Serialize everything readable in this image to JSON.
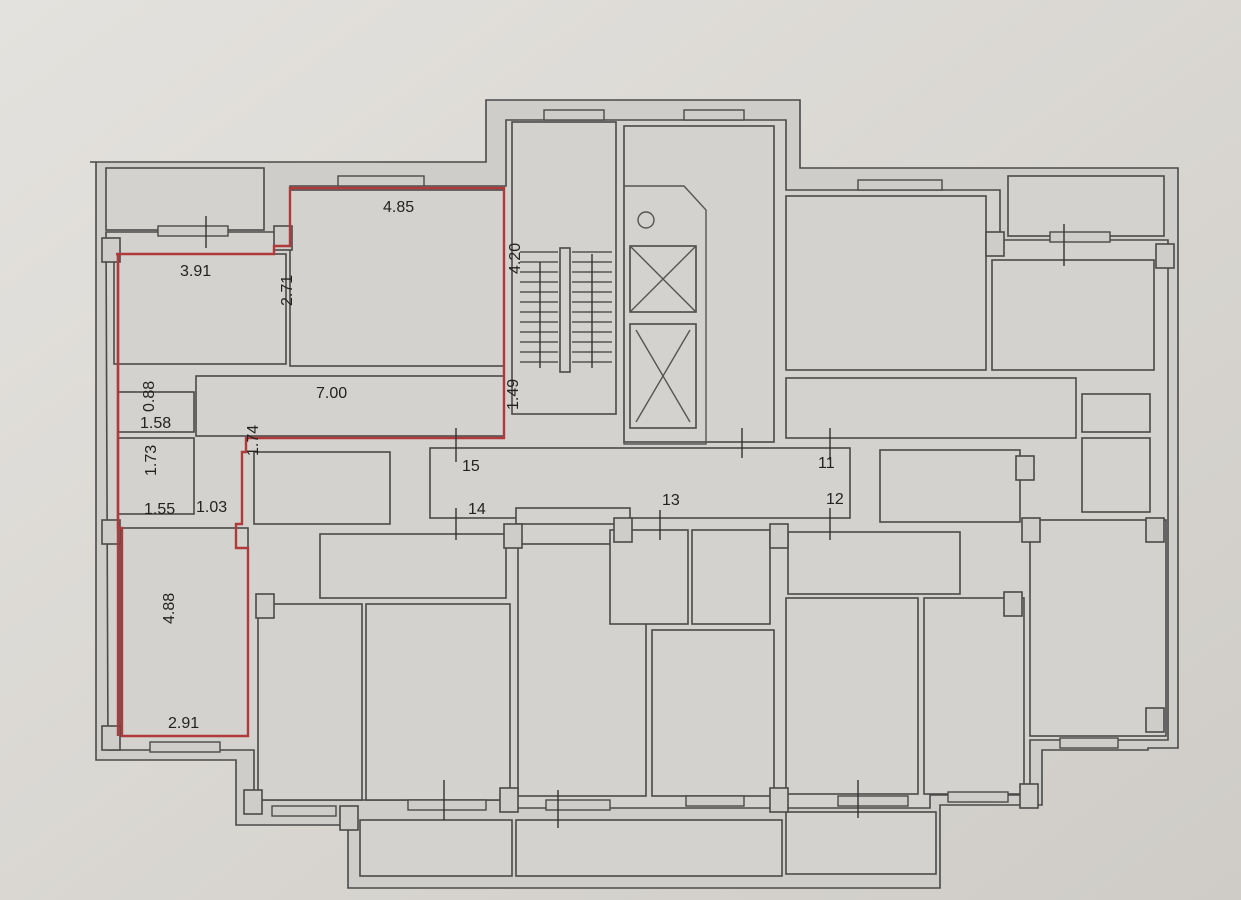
{
  "dimensions": {
    "d_4_85": "4.85",
    "d_4_20": "4.20",
    "d_3_91": "3.91",
    "d_2_71": "2.71",
    "d_7_00": "7.00",
    "d_1_49": "1.49",
    "d_0_88": "0.88",
    "d_1_58": "1.58",
    "d_1_74": "1.74",
    "d_1_73": "1.73",
    "d_1_55": "1.55",
    "d_1_03": "1.03",
    "d_4_88": "4.88",
    "d_2_91": "2.91"
  },
  "apartment_numbers": {
    "n11": "11",
    "n12": "12",
    "n13": "13",
    "n14": "14",
    "n15": "15"
  }
}
